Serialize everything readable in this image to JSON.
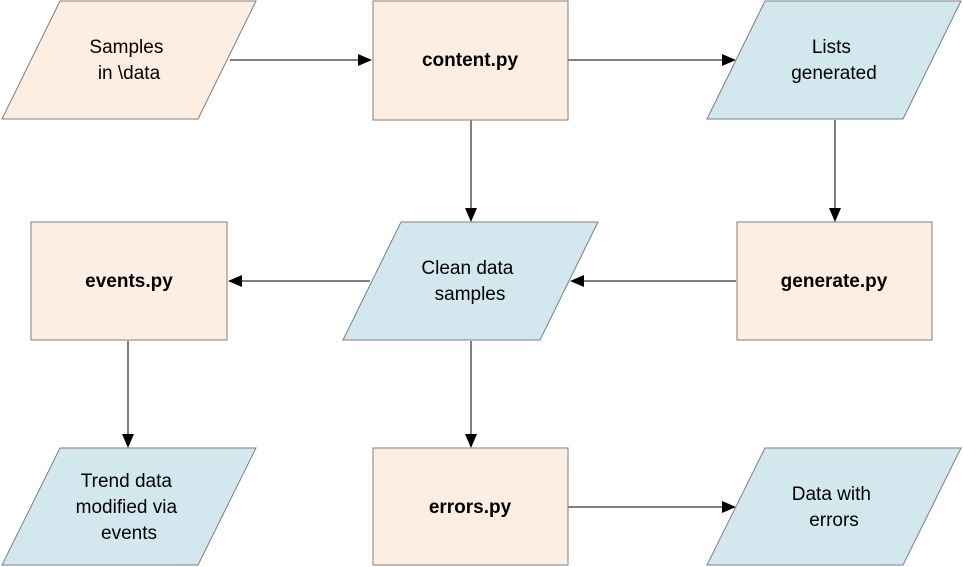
{
  "diagram": {
    "nodes": [
      {
        "id": "samples",
        "lines": [
          "Samples",
          "in \\data"
        ]
      },
      {
        "id": "content",
        "lines": [
          "content.py"
        ]
      },
      {
        "id": "lists",
        "lines": [
          "Lists",
          "generated"
        ]
      },
      {
        "id": "events",
        "lines": [
          "events.py"
        ]
      },
      {
        "id": "clean",
        "lines": [
          "Clean data",
          "samples"
        ]
      },
      {
        "id": "generate",
        "lines": [
          "generate.py"
        ]
      },
      {
        "id": "trend",
        "lines": [
          "Trend data",
          "modified via",
          "events"
        ]
      },
      {
        "id": "errors",
        "lines": [
          "errors.py"
        ]
      },
      {
        "id": "dataerr",
        "lines": [
          "Data with",
          "errors"
        ]
      }
    ],
    "edges": [
      {
        "from": "samples",
        "to": "content"
      },
      {
        "from": "content",
        "to": "lists"
      },
      {
        "from": "content",
        "to": "clean"
      },
      {
        "from": "lists",
        "to": "generate"
      },
      {
        "from": "generate",
        "to": "clean"
      },
      {
        "from": "clean",
        "to": "events"
      },
      {
        "from": "clean",
        "to": "errors"
      },
      {
        "from": "events",
        "to": "trend"
      },
      {
        "from": "errors",
        "to": "dataerr"
      }
    ]
  }
}
